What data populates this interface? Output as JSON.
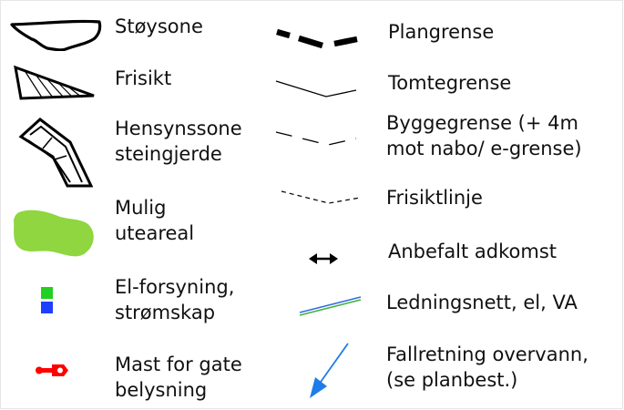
{
  "colors": {
    "stroke": "#000000",
    "green_area": "#8fd641",
    "el_green": "#22d022",
    "el_blue": "#1f3fff",
    "mast_red": "#ff0000",
    "arrow_blue": "#1e7de6",
    "cable_blue": "#2f6fe0",
    "cable_green": "#43b043"
  },
  "left_column": [
    {
      "name": "stoysone",
      "icon": "noise-zone-outline-icon",
      "lines": [
        "Støysone"
      ]
    },
    {
      "name": "frisikt",
      "icon": "hatched-triangle-icon",
      "lines": [
        "Frisikt"
      ]
    },
    {
      "name": "hensynssone",
      "icon": "stone-wall-zone-icon",
      "lines": [
        "Hensynssone",
        "steingjerde"
      ]
    },
    {
      "name": "uteareal",
      "icon": "green-area-blob-icon",
      "lines": [
        "Mulig",
        "uteareal"
      ]
    },
    {
      "name": "el-forsyning",
      "icon": "electric-cabinet-icon",
      "lines": [
        "El-forsyning,",
        "strømskap"
      ]
    },
    {
      "name": "mast",
      "icon": "street-light-mast-icon",
      "lines": [
        "Mast for gate",
        "belysning"
      ]
    }
  ],
  "right_column": [
    {
      "name": "plangrense",
      "icon": "thick-dashed-line-icon",
      "lines": [
        "Plangrense"
      ]
    },
    {
      "name": "tomtegrense",
      "icon": "thin-solid-line-icon",
      "lines": [
        "Tomtegrense"
      ]
    },
    {
      "name": "byggegrense",
      "icon": "long-dashed-line-icon",
      "lines": [
        "Byggegrense (+ 4m",
        "mot nabo/ e-grense)"
      ]
    },
    {
      "name": "frisiktlinje",
      "icon": "short-dashed-line-icon",
      "lines": [
        "Frisiktlinje"
      ]
    },
    {
      "name": "adkomst",
      "icon": "double-arrow-icon",
      "lines": [
        "Anbefalt adkomst"
      ]
    },
    {
      "name": "ledningsnett",
      "icon": "utility-lines-icon",
      "lines": [
        "Ledningsnett, el, VA"
      ]
    },
    {
      "name": "fallretning",
      "icon": "runoff-direction-arrow-icon",
      "lines": [
        "Fallretning overvann,",
        "(se planbest.)"
      ]
    }
  ]
}
